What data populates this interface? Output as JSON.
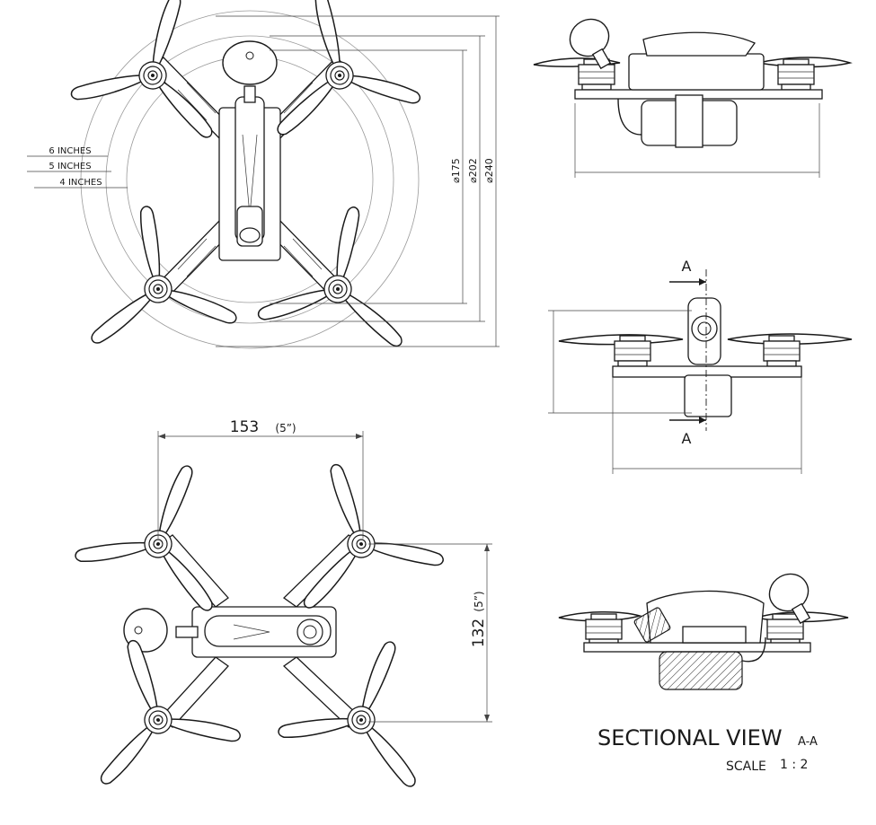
{
  "top_view": {
    "circle_labels": [
      "6 INCHES",
      "5 INCHES",
      "4 INCHES"
    ],
    "diameters": [
      "⌀175",
      "⌀202",
      "⌀240"
    ]
  },
  "bottom_view": {
    "width_value": "153",
    "width_inch": "(5”)",
    "height_value": "132",
    "height_inch": "(5”)"
  },
  "front_view": {
    "section_marker_top": "A",
    "section_marker_bottom": "A"
  },
  "section_view": {
    "title": "SECTIONAL VIEW",
    "title_suffix": "A-A",
    "scale_label": "SCALE",
    "scale_value": "1 : 2"
  }
}
